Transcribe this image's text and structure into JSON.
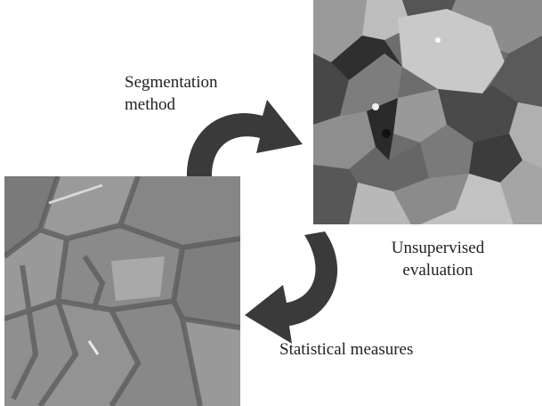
{
  "labels": {
    "segmentation_method": [
      "Segmentation",
      "method"
    ],
    "unsupervised_evaluation": [
      "Unsupervised",
      "evaluation"
    ],
    "statistical_measures": "Statistical measures"
  },
  "colors": {
    "arrow": "#3a3a3a",
    "text": "#222222"
  }
}
